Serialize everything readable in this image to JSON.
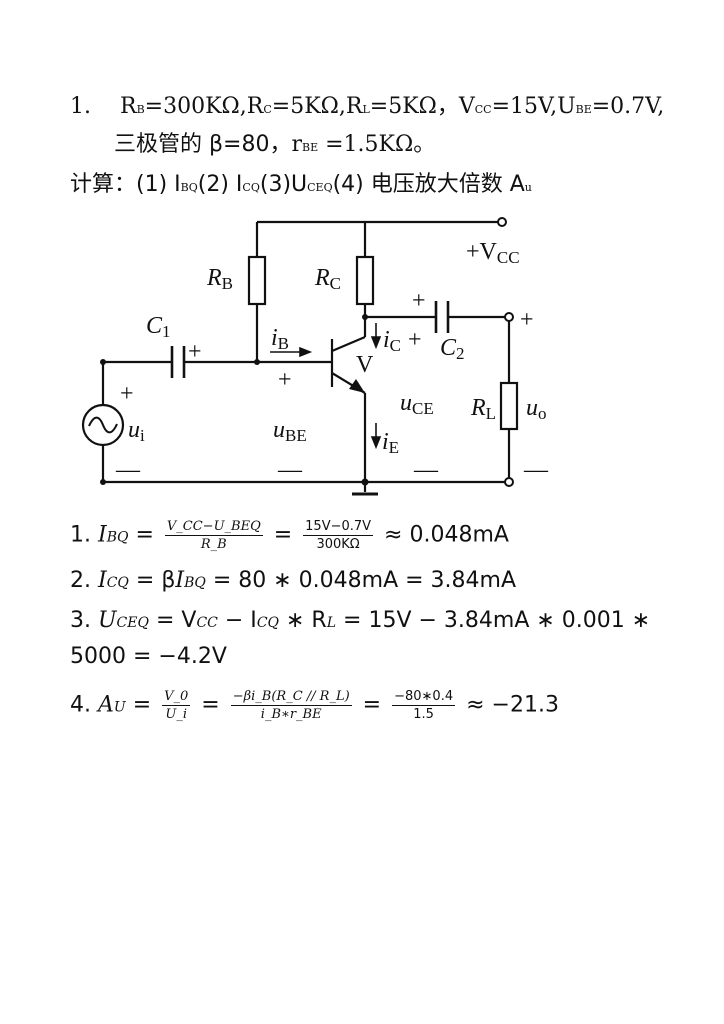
{
  "problem": {
    "number": "1.",
    "given": {
      "rb_sym": "R",
      "rb_sub": "B",
      "rb_val": "=300KΩ,",
      "rc_sym": "R",
      "rc_sub": "C",
      "rc_val": "=5KΩ,",
      "rl_sym": "R",
      "rl_sub": "L",
      "rl_val": "=5KΩ，",
      "vcc_sym": "V",
      "vcc_sub": "CC",
      "vcc_val": "=15V,",
      "ube_sym": "U",
      "ube_sub": "BE",
      "ube_val": "=0.7V,"
    },
    "line2": {
      "prefix": "三极管的 β=80，",
      "rbe_sym": "r",
      "rbe_sub": "BE",
      "rbe_val": " =1.5KΩ。"
    },
    "ask": {
      "prefix": "计算：(1) I",
      "ibq_sub": "BQ",
      "p2": "(2) I",
      "icq_sub": "CQ",
      "p3": "(3)U",
      "uceq_sub": "CEQ",
      "p4": "(4) 电压放大倍数 A",
      "au_sub": "u"
    }
  },
  "circuit": {
    "vcc": "+V",
    "vcc_sub": "CC",
    "rb": "R",
    "rb_sub": "B",
    "rc": "R",
    "rc_sub": "C",
    "c1": "C",
    "c1_sub": "1",
    "c2": "C",
    "c2_sub": "2",
    "ib": "i",
    "ib_sub": "B",
    "ic": "i",
    "ic_sub": "C",
    "ie": "i",
    "ie_sub": "E",
    "transistor": "V",
    "ui": "u",
    "ui_sub": "i",
    "ube": "u",
    "ube_sub": "BE",
    "uce": "u",
    "uce_sub": "CE",
    "rl": "R",
    "rl_sub": "L",
    "uo": "u",
    "uo_sub": "o",
    "plus": "+",
    "minus": "—"
  },
  "solution": {
    "s1": {
      "num": "1.",
      "lhs": "I",
      "lhs_sub": "BQ",
      "eq": " = ",
      "f1_num": "V_CC−U_BEQ",
      "f1_den": "R_B",
      "eq2": " = ",
      "f2_num": "15V−0.7V",
      "f2_den": "300KΩ",
      "result": " ≈ 0.048mA"
    },
    "s2": {
      "num": "2.",
      "lhs": "I",
      "lhs_sub": "CQ",
      "expr1": " = β",
      "mid": "I",
      "mid_sub": "BQ",
      "expr2": " = 80 ∗ 0.048mA = 3.84mA"
    },
    "s3": {
      "num": "3.",
      "lhs": "U",
      "lhs_sub": "CEQ",
      "expr1": " = V",
      "v_sub": "CC",
      "expr2": " − I",
      "i_sub": "CQ",
      "expr3": " ∗ R",
      "r_sub": "L",
      "expr4": " = 15V − 3.84mA ∗ 0.001 ∗",
      "line2": "5000 = −4.2V"
    },
    "s4": {
      "num": "4.",
      "lhs": "A",
      "lhs_sub": "U",
      "eq": " = ",
      "f1_num": "V_0",
      "f1_den": "U_i",
      "eq2": " = ",
      "f2_num": "−βi_B(R_C // R_L)",
      "f2_den": "i_B∗r_BE",
      "eq3": " = ",
      "f3_num": "−80∗0.4",
      "f3_den": "1.5",
      "result": " ≈ −21.3"
    }
  }
}
